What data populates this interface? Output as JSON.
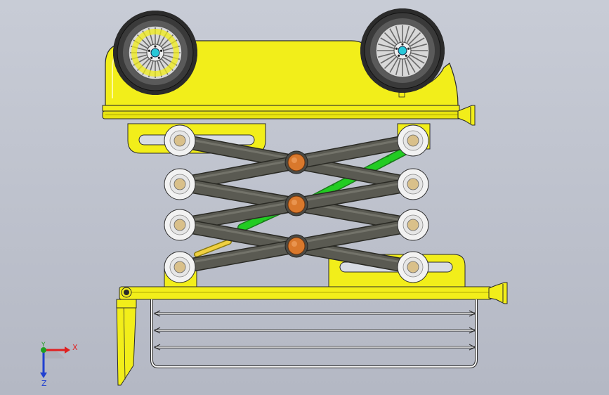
{
  "viewport": {
    "background": "#bcc0ca"
  },
  "colors": {
    "body_yellow": "#f2ee1a",
    "body_yellow_dark": "#c9c200",
    "outline": "#2a2a2a",
    "arm_gray": "#5a5a52",
    "arm_gray_light": "#7a7a70",
    "pivot_orange": "#d9782c",
    "spring_green": "#22cc22",
    "spring_yellow": "#f0d040",
    "tire_dark": "#2b2b2b",
    "rim_silver": "#d8d8d8",
    "hub_cyan": "#28c8d8",
    "roller_white": "#f2f2f2",
    "rail_white": "#f4f4f4"
  },
  "triad": {
    "x_label": "X",
    "y_label": "Y",
    "z_label": "Z",
    "x_color": "#e02020",
    "y_color": "#20a020",
    "z_color": "#2040d0"
  },
  "icons": {
    "wheel_left": "wheel-icon",
    "wheel_right": "wheel-icon",
    "axis_triad": "axis-triad-icon"
  }
}
